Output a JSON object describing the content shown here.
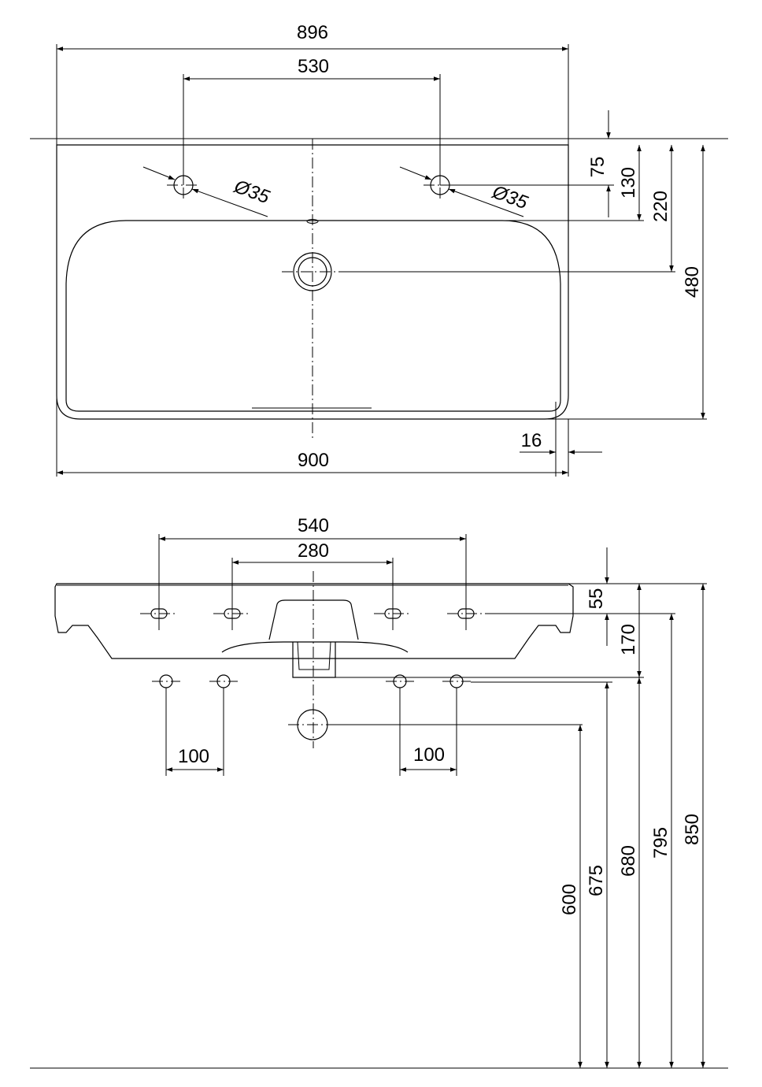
{
  "top_view": {
    "overall_width_top": "896",
    "tap_hole_spacing": "530",
    "tap_hole_diameter_left": "35",
    "tap_hole_diameter_right": "35",
    "diameter_symbol": "Ø",
    "depth_to_tap_holes": "75",
    "depth_to_bowl_edge": "130",
    "depth_to_drain": "220",
    "total_depth": "480",
    "overhang": "16",
    "overall_width_bottom": "900"
  },
  "front_view": {
    "bracket_spacing_outer": "540",
    "bracket_spacing_inner": "280",
    "rim_to_bracket": "55",
    "rim_to_underside": "170",
    "supply_spacing_left": "100",
    "supply_spacing_right": "100",
    "height_waste": "600",
    "height_supply": "675",
    "height_underside": "680",
    "height_brackets": "795",
    "height_rim": "850"
  }
}
